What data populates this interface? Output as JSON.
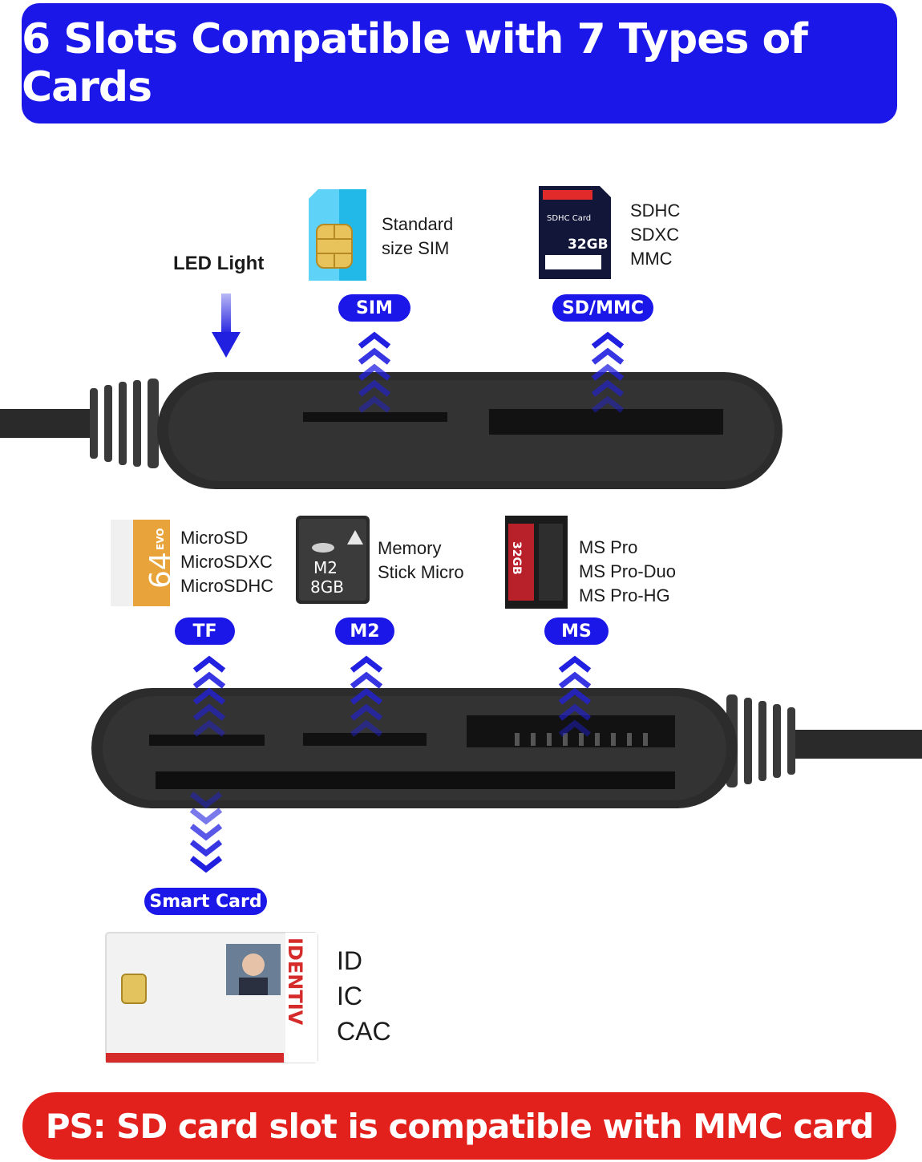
{
  "header": {
    "title": "6 Slots Compatible with 7 Types of Cards"
  },
  "footer": {
    "note": "PS: SD card slot is compatible with MMC card"
  },
  "led": {
    "label": "LED Light"
  },
  "slots": {
    "sim": {
      "tag": "SIM",
      "lines": [
        "Standard",
        "size SIM"
      ]
    },
    "sd": {
      "tag": "SD/MMC",
      "lines": [
        "SDHC",
        "SDXC",
        "MMC"
      ],
      "card_text": [
        "SDHC Card",
        "32GB"
      ]
    },
    "tf": {
      "tag": "TF",
      "lines": [
        "MicroSD",
        "MicroSDXC",
        "MicroSDHC"
      ],
      "card_text": [
        "64",
        "EVO"
      ]
    },
    "m2": {
      "tag": "M2",
      "lines": [
        "Memory",
        "Stick Micro"
      ],
      "card_text": [
        "M2",
        "8GB"
      ]
    },
    "ms": {
      "tag": "MS",
      "lines": [
        "MS Pro",
        "MS Pro-Duo",
        "MS Pro-HG"
      ],
      "card_text": [
        "32GB"
      ]
    },
    "smart": {
      "tag": "Smart Card",
      "lines": [
        "ID",
        "IC",
        "CAC"
      ],
      "card_text": [
        "IDENTIV"
      ]
    }
  },
  "colors": {
    "accent_blue": "#1a17e8",
    "accent_red": "#e3211c",
    "device": "#2c2c2c"
  }
}
